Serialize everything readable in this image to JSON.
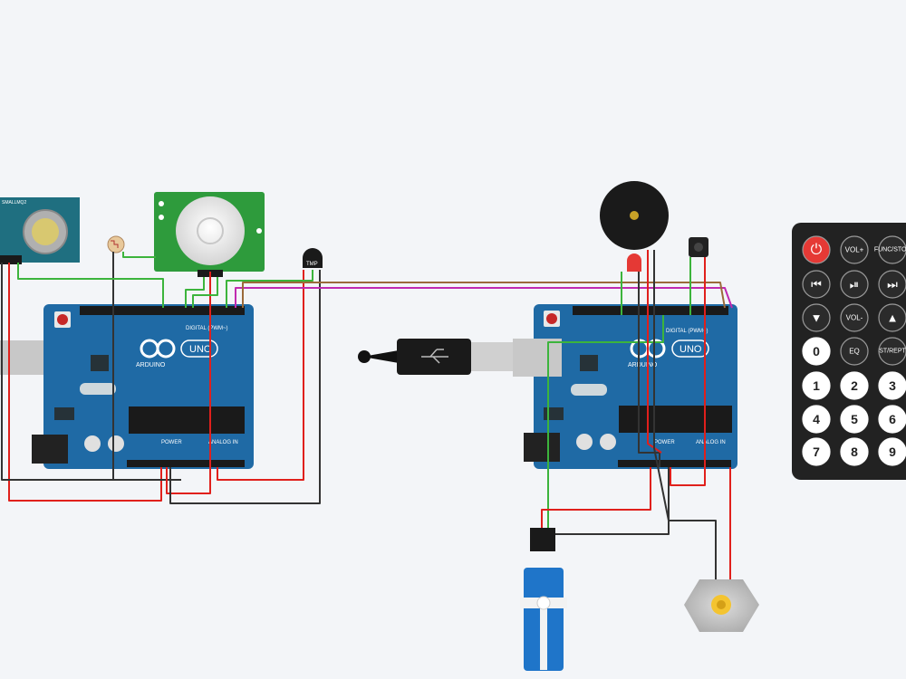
{
  "boards": {
    "left": {
      "brand": "ARDUINO",
      "model": "UNO",
      "digital_label": "DIGITAL (PWM~)",
      "power_label": "POWER",
      "analog_label": "ANALOG IN"
    },
    "right": {
      "brand": "ARDUINO",
      "model": "UNO",
      "digital_label": "DIGITAL (PWM~)",
      "power_label": "POWER",
      "analog_label": "ANALOG IN"
    }
  },
  "components": {
    "gas_sensor_label": "SMALLMQ2",
    "tmp_label": "TMP"
  },
  "remote": {
    "keys": [
      [
        "power",
        "VOL+",
        "FUNC/STOP"
      ],
      [
        "prev",
        "play-pause",
        "next"
      ],
      [
        "down",
        "VOL-",
        "up"
      ],
      [
        "0",
        "EQ",
        "ST/REPT"
      ],
      [
        "1",
        "2",
        "3"
      ],
      [
        "4",
        "5",
        "6"
      ],
      [
        "7",
        "8",
        "9"
      ]
    ]
  },
  "colors": {
    "background": "#f3f5f8",
    "board": "#1f6aa5",
    "wire_red": "#e0201c",
    "wire_black": "#333333",
    "wire_green": "#3cb43c",
    "wire_magenta": "#c02ab0",
    "wire_brown": "#9b6a3a"
  }
}
